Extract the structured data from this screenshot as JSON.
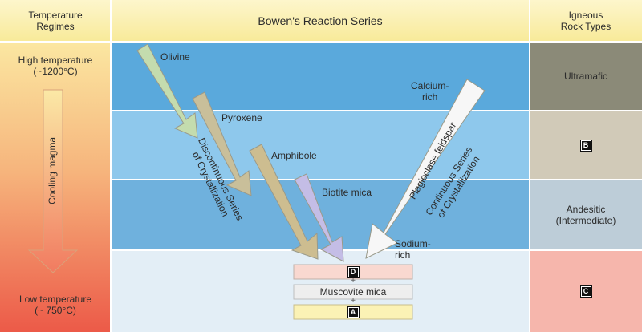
{
  "headers": {
    "temperature": "Temperature\nRegimes",
    "series": "Bowen's Reaction Series",
    "rock_types": "Igneous\nRock Types"
  },
  "temperature": {
    "high": "High temperature\n(~1200°C)",
    "low": "Low temperature\n(~ 750°C)",
    "arrow_label": "Cooling magma"
  },
  "discontinuous": {
    "label": "Discontinuous Series\nof Crystallization",
    "minerals": [
      "Olivine",
      "Pyroxene",
      "Amphibole",
      "Biotite mica"
    ]
  },
  "continuous": {
    "label": "Continuous Series\nof Crystallization",
    "mineral": "Plagioclase feldspar",
    "top": "Calcium-\nrich",
    "bottom": "Sodium-\nrich"
  },
  "final_minerals": {
    "d_label": "D",
    "plus": "+",
    "muscovite": "Muscovite mica",
    "a_label": "A"
  },
  "rock_types": [
    {
      "label": "Ultramafic"
    },
    {
      "label": "B"
    },
    {
      "label": "Andesitic\n(Intermediate)"
    },
    {
      "label": "C"
    }
  ],
  "colors": {
    "band1": "#5aa9dc",
    "band2": "#8ec8ec",
    "band3": "#6fb1dd",
    "band4": "#e3eef6",
    "header_bg": "#fbf3b8",
    "ultramafic": "#8b8a78",
    "b_cell": "#d1cab8",
    "andesitic": "#bdcdd8",
    "c_cell": "#f6b6ac",
    "olivine_arrow": "#c4dcae",
    "pyroxene_arrow": "#c9bf9a",
    "amphibole_arrow": "#cdbd90",
    "biotite_arrow": "#c4bde6",
    "feldspar_arrow": "#f7f7f7",
    "box_d": "#f9d8d0",
    "box_muscovite": "#eeeeee",
    "box_a": "#fbf2b5"
  }
}
